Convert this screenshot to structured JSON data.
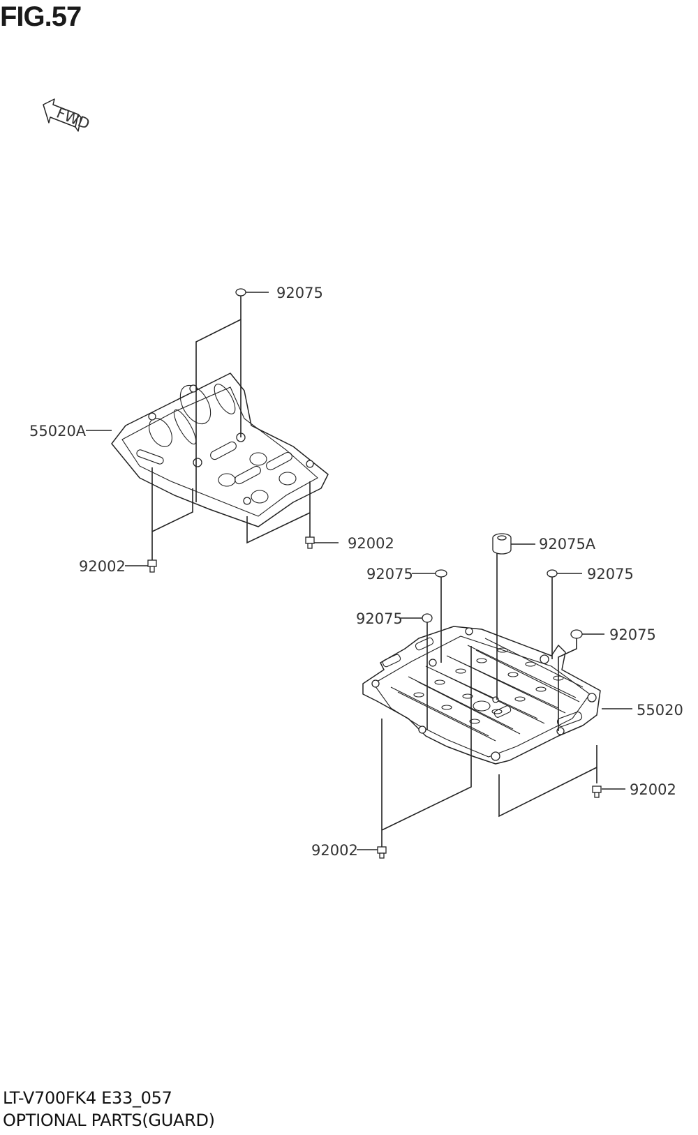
{
  "figure": {
    "title": "FIG.57",
    "fwd_label": "FWD",
    "code": "LT-V700FK4 E33_057",
    "description": "OPTIONAL PARTS(GUARD)"
  },
  "callouts": {
    "c1": "92075",
    "c2": "55020A",
    "c3": "92002",
    "c4": "92002",
    "c5": "92075A",
    "c6": "92075",
    "c7": "92075",
    "c8": "92075",
    "c9": "92075",
    "c10": "55020",
    "c11": "92002",
    "c12": "92002"
  }
}
